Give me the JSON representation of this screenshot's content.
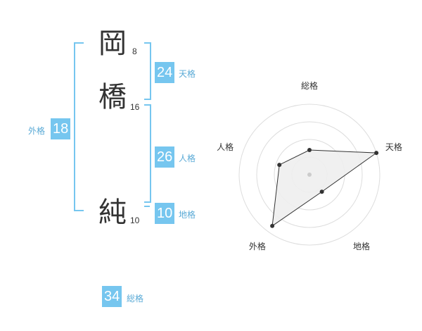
{
  "name": {
    "chars": [
      {
        "char": "岡",
        "strokes": "8"
      },
      {
        "char": "橋",
        "strokes": "16"
      },
      {
        "char": "純",
        "strokes": "10"
      }
    ]
  },
  "kakusu": {
    "tenkaku": {
      "value": "24",
      "label": "天格"
    },
    "jinkaku": {
      "value": "26",
      "label": "人格"
    },
    "chikaku": {
      "value": "10",
      "label": "地格"
    },
    "gaikaku": {
      "value": "18",
      "label": "外格"
    },
    "soukaku": {
      "value": "34",
      "label": "総格"
    }
  },
  "colors": {
    "accent": "#76c6ef",
    "text": "#333333"
  },
  "chart_data": {
    "type": "radar",
    "axes": [
      "総格",
      "天格",
      "地格",
      "外格",
      "人格"
    ],
    "rings": 4,
    "values": [
      0.35,
      1.0,
      0.3,
      0.9,
      0.45
    ]
  }
}
